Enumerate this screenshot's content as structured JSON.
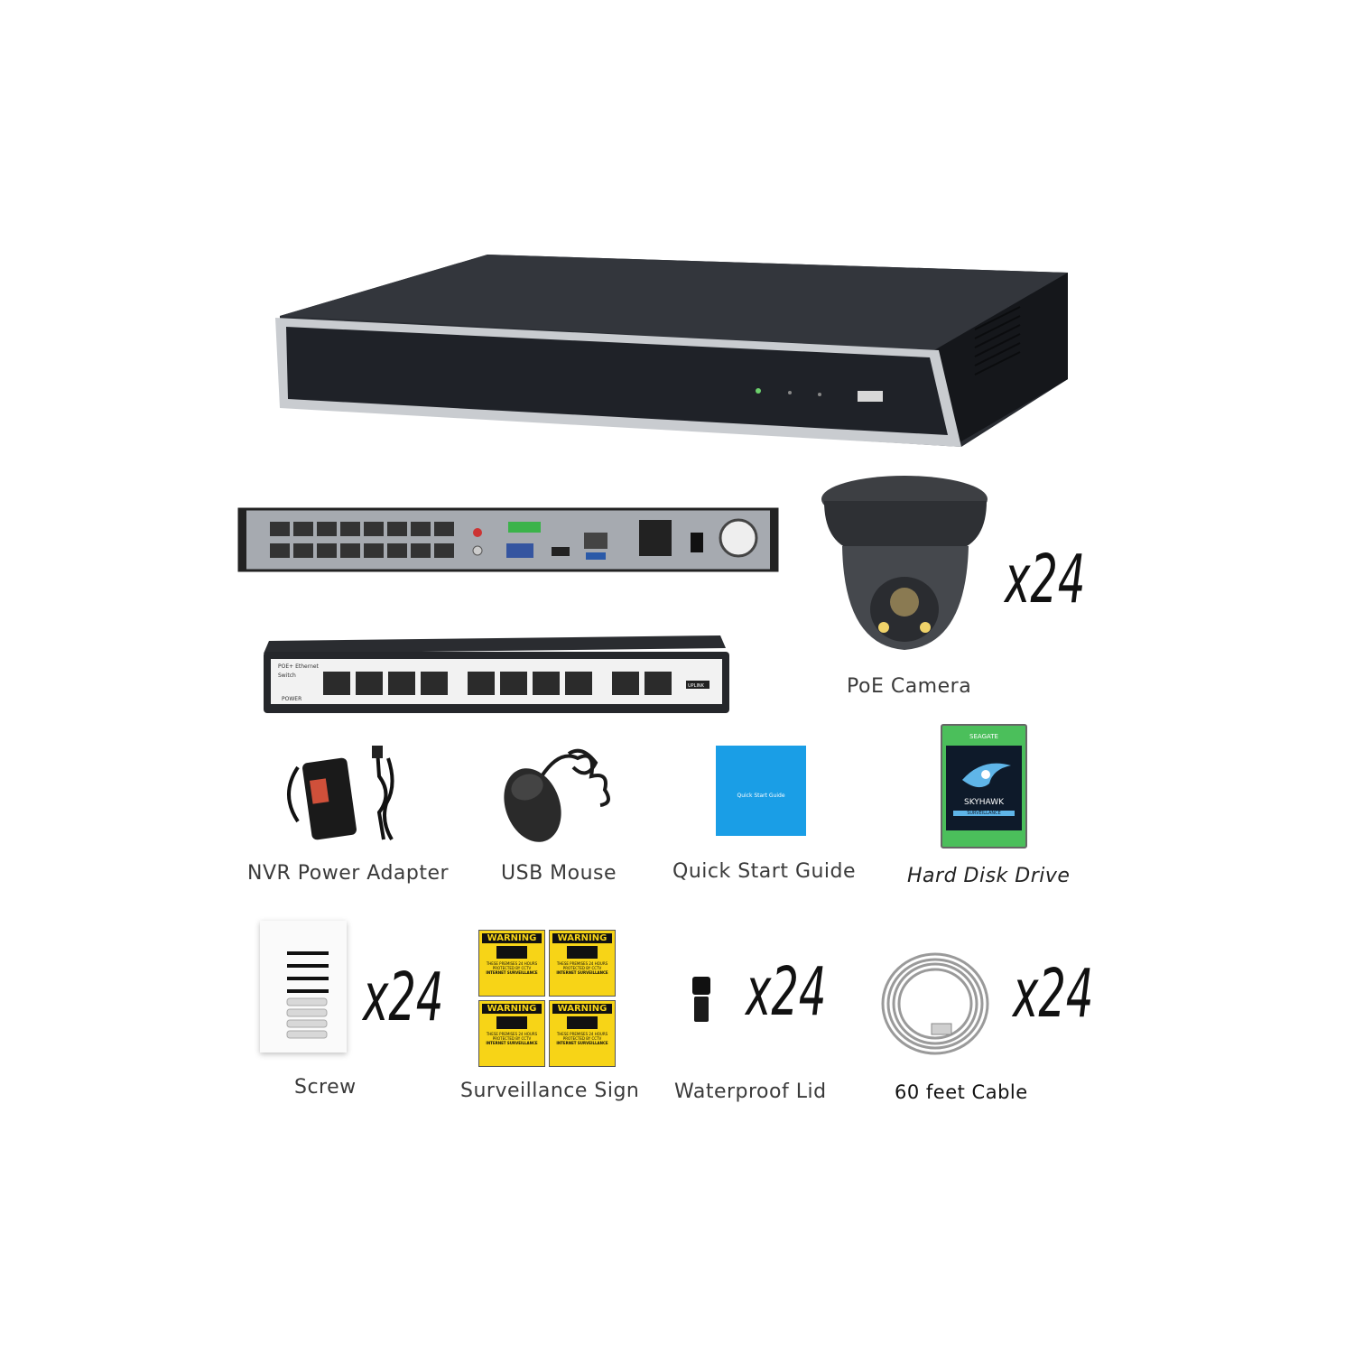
{
  "items": {
    "poe_camera": {
      "label": "PoE Camera",
      "qty": "x24"
    },
    "nvr_power_adapter": {
      "label": "NVR Power Adapter"
    },
    "usb_mouse": {
      "label": "USB Mouse"
    },
    "quick_start_guide": {
      "label": "Quick Start Guide",
      "cover_text": "Quick Start Guide"
    },
    "hard_disk_drive": {
      "label": "Hard Disk Drive",
      "brand": "SEAGATE",
      "model": "SKYHAWK",
      "line": "SURVEILLANCE"
    },
    "screw": {
      "label": "Screw",
      "qty": "x24"
    },
    "surveillance_sign": {
      "label": "Surveillance Sign",
      "heading": "WARNING",
      "line1": "THESE PREMISES 24 HOURS",
      "line2": "PROTECTED BY CCTV",
      "line3": "INTERNET SURVEILLANCE"
    },
    "waterproof_lid": {
      "label": "Waterproof Lid",
      "qty": "x24"
    },
    "cable": {
      "label": "60 feet Cable",
      "qty": "x24"
    }
  },
  "poe_switch": {
    "title": "POE+ Ethernet",
    "subtitle": "Switch",
    "uplink": "UPLINK",
    "power": "POWER"
  },
  "colors": {
    "nvr_body": "#1c1f24",
    "sign_yellow": "#f7d417",
    "guide_blue": "#1a9ee6",
    "hdd_green": "#4bbf5b"
  }
}
